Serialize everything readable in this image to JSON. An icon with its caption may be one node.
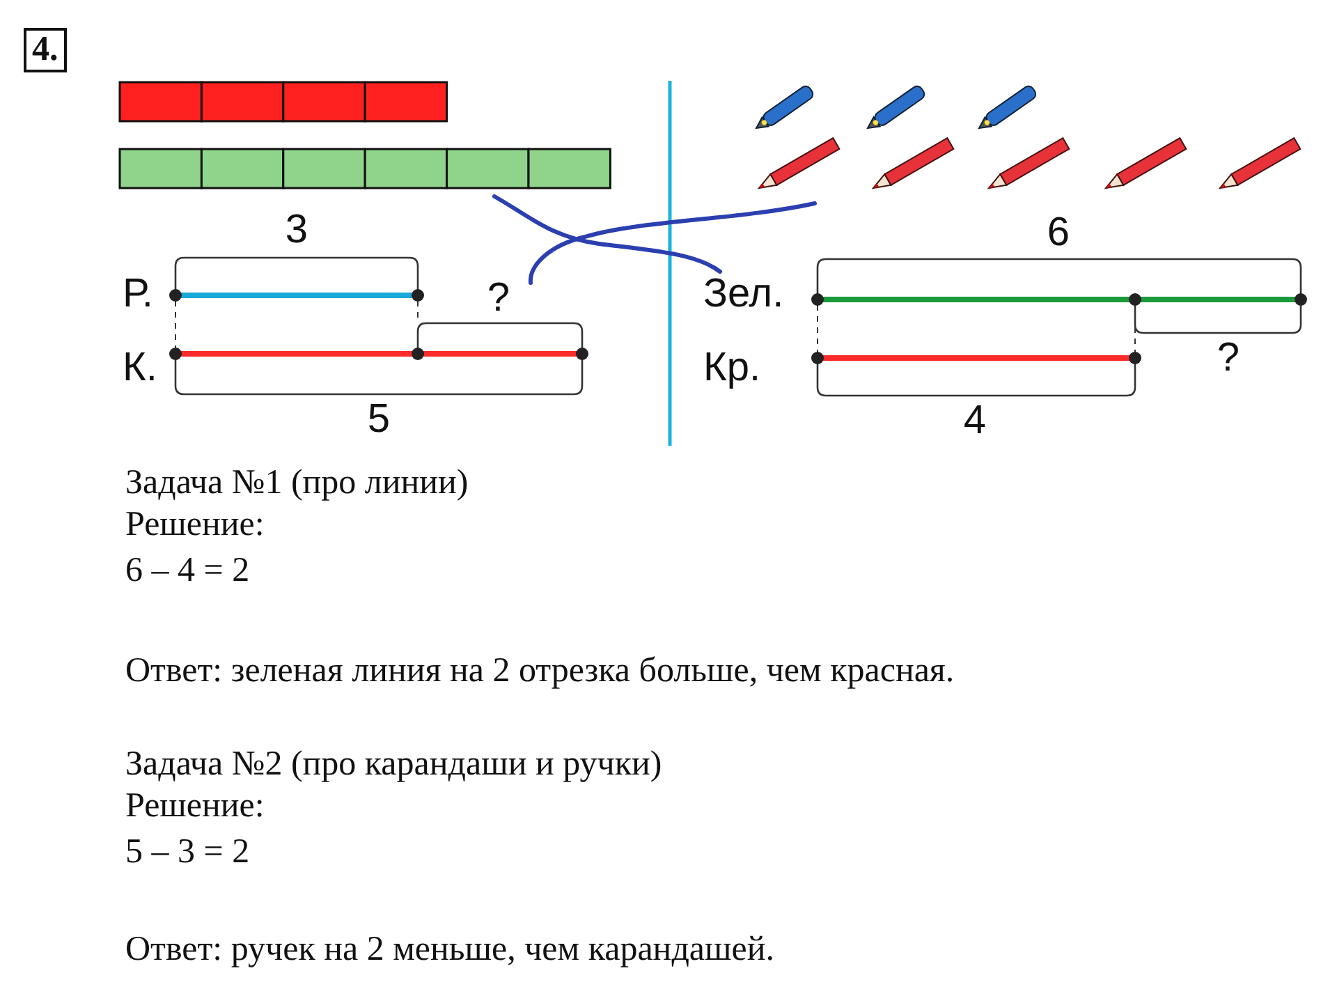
{
  "diagram": {
    "labels": [
      "4.",
      "3",
      "Р.",
      "?",
      "К.",
      "5",
      "6",
      "Зел.",
      "?",
      "Кр.",
      "4",
      "Задача №1 (про линии)",
      "Решение:",
      "6 – 4 = 2",
      "Ответ: зеленая линия на 2 отрезка больше, чем красная.",
      "Задача №2 (про карандаши и ручки)",
      "Решение:",
      "5 – 3 = 2",
      "Ответ: ручек на 2 меньше, чем карандашей."
    ]
  }
}
